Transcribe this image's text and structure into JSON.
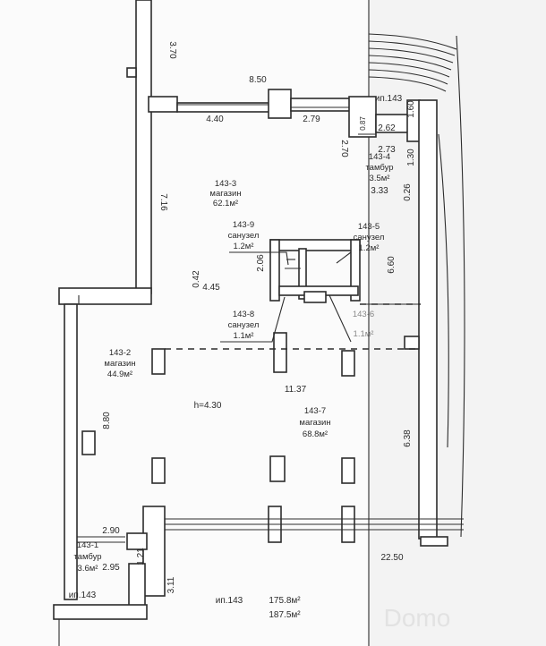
{
  "rooms": [
    {
      "id": "143-3",
      "name": "магазин",
      "area": "62.1м²"
    },
    {
      "id": "143-9",
      "name": "санузел",
      "area": "1.2м²"
    },
    {
      "id": "143-5",
      "name": "санузел",
      "area": "1.2м²"
    },
    {
      "id": "143-8",
      "name": "санузел",
      "area": "1.1м²"
    },
    {
      "id": "143-6",
      "name": "",
      "area": "1.1м²"
    },
    {
      "id": "143-4",
      "name": "тамбур",
      "area": "3.5м²"
    },
    {
      "id": "143-2",
      "name": "магазин",
      "area": "44.9м²"
    },
    {
      "id": "143-7",
      "name": "магазин",
      "area": "68.8м²"
    },
    {
      "id": "143-1",
      "name": "тамбур",
      "area": "3.6м²"
    }
  ],
  "dimensions": [
    "3.70",
    "8.50",
    "4.40",
    "2.79",
    "0.87",
    "1.60",
    "2.62",
    "2.73",
    "1.30",
    "2.70",
    "3.33",
    "0.26",
    "7.16",
    "2.06",
    "6.60",
    "0.42",
    "4.45",
    "11.37",
    "8.80",
    "6.38",
    "2.90",
    "2.95",
    "1.21",
    "3.11",
    "22.50"
  ],
  "labels": {
    "height": "h=4.30",
    "ip_top": "ип.143",
    "ip_bottom": "ип.143",
    "total_ip": "ип.143",
    "total_area_1": "175.8м²",
    "total_area_2": "187.5м²"
  },
  "watermark": "Domo"
}
